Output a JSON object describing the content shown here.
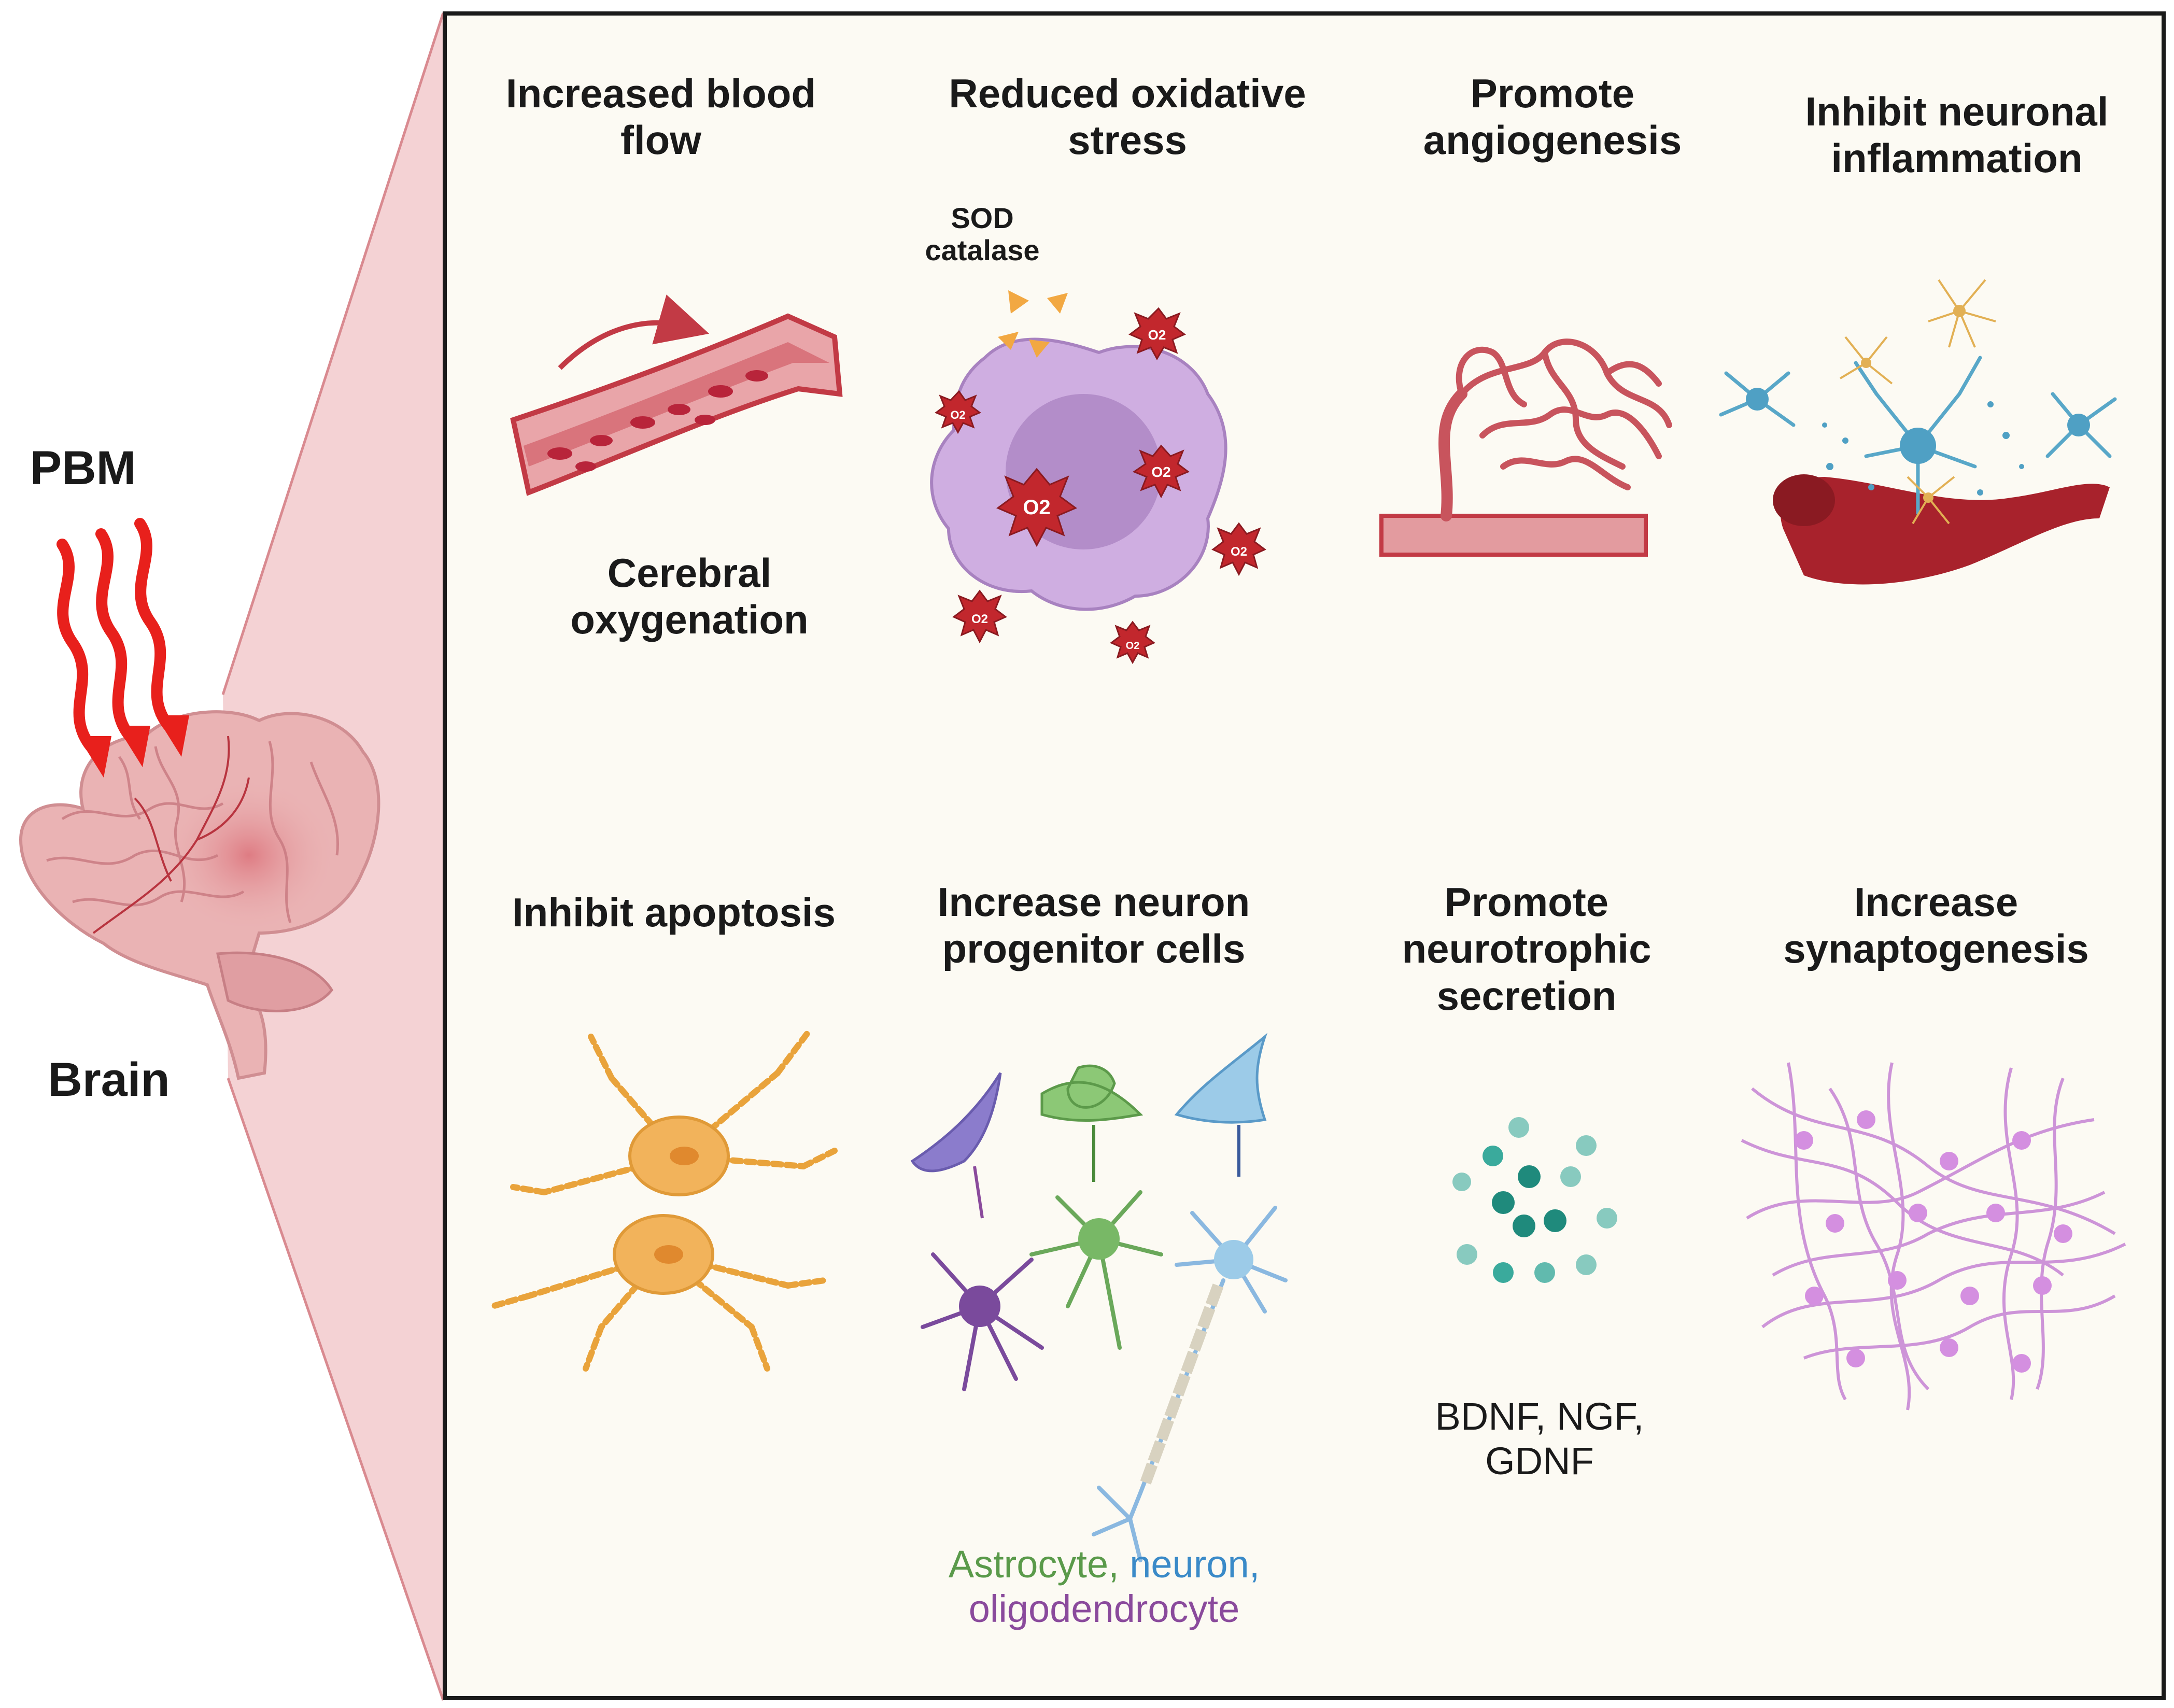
{
  "side": {
    "pbm": "PBM",
    "brain": "Brain"
  },
  "panels": [
    {
      "id": "blood-flow",
      "title": [
        "Increased blood",
        "flow"
      ],
      "caption": [
        "Cerebral",
        "oxygenation"
      ]
    },
    {
      "id": "oxidative",
      "title": [
        "Reduced oxidative",
        "stress"
      ],
      "enzymes": [
        "SOD",
        "catalase"
      ]
    },
    {
      "id": "angio",
      "title": [
        "Promote",
        "angiogenesis"
      ]
    },
    {
      "id": "inflammation",
      "title": [
        "Inhibit neuronal",
        "inflammation"
      ]
    },
    {
      "id": "apoptosis",
      "title": [
        "Inhibit apoptosis"
      ]
    },
    {
      "id": "progenitor",
      "title": [
        "Increase neuron",
        "progenitor cells"
      ],
      "caption": {
        "astrocyte": "Astrocyte,",
        "neuron": "neuron,",
        "oligo": "oligodendrocyte"
      }
    },
    {
      "id": "neurotrophic",
      "title": [
        "Promote",
        "neurotrophic",
        "secretion"
      ],
      "caption": [
        "BDNF, NGF,",
        "GDNF"
      ]
    },
    {
      "id": "synapto",
      "title": [
        "Increase",
        "synaptogenesis"
      ]
    }
  ],
  "superoxide_label": "O2",
  "colors": {
    "arrow": "#e8201c",
    "panel_bg": "#fcfaf3",
    "wedge": "#f0c3c6",
    "vessel": "#c23a45",
    "cell_purple": "#c9a3dc",
    "neuron_orange": "#f2a842",
    "dots_teal": "#2e9c8e",
    "synapse_pink": "#c98ad6"
  }
}
